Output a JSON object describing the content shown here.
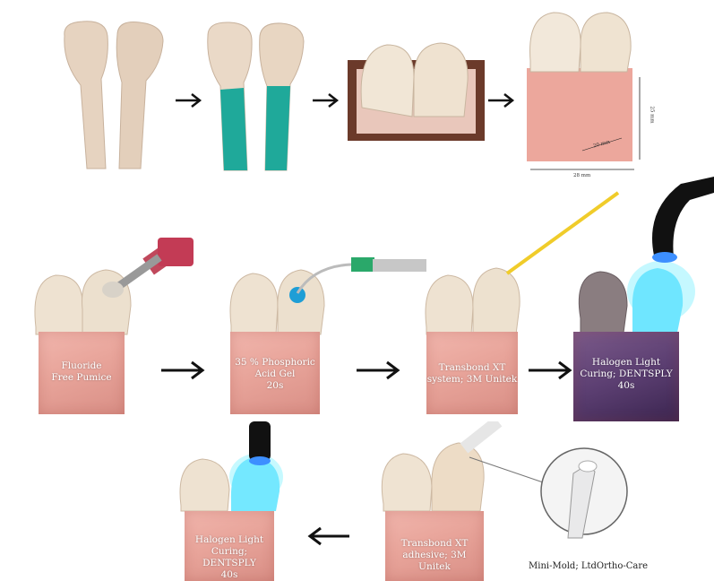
{
  "steps": {
    "s1": [
      "Fluoride",
      "Free Pumice"
    ],
    "s2": [
      "35 % Phosphoric",
      "Acid Gel",
      "20s"
    ],
    "s3": [
      "Transbond XT",
      "system; 3M Unitek"
    ],
    "s4": [
      "Halogen Light",
      "Curing; DENTSPLY",
      "40s"
    ],
    "s5": [
      "Transbond XT",
      "adhesive; 3M Unitek"
    ],
    "s6": [
      "Halogen Light",
      "Curing; DENTSPLY",
      "40s"
    ]
  },
  "dimensions": {
    "height": "25 mm",
    "depth": "20 mm",
    "width": "28 mm"
  },
  "callout": "Mini-Mold; LtdOrtho-Care",
  "colors": {
    "enamel": "#efe4d2",
    "block": "#e8a49a",
    "curing_light": "#6fe6ff",
    "stain": "#1fa99a",
    "mold": "#6b3a2a"
  }
}
